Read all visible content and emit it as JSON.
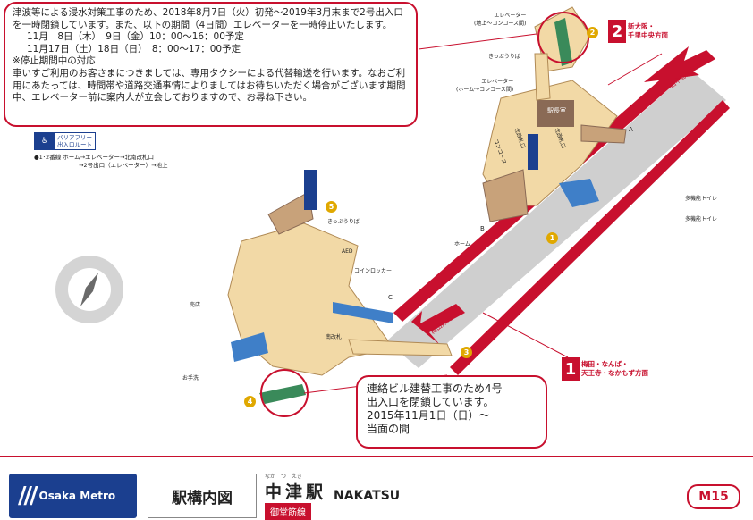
{
  "notice_top": {
    "line1": "津波等による浸水対策工事のため、2018年8月7日（火）初発～2019年3月末まで2号出入口を一時閉鎖しています。また、以下の期間（4日間）エレベーターを一時停止いたします。",
    "line2": "11月　8日（木）　9日（金）10：00～16：00予定",
    "line3": "11月17日（土）18日（日）　8：00～17：00予定",
    "line4": "※停止期間中の対応",
    "line5": "車いすご利用のお客さまにつきましては、専用タクシーによる代替輸送を行います。なおご利用にあたっては、時間帯や道路交通事情によりましてはお待ちいただく場合がございます期間中、エレベーター前に案内人が立会しておりますので、お尋ね下さい。"
  },
  "notice_bottom": {
    "line1": "連絡ビル建替工事のため4号",
    "line2": "出入口を閉鎖しています。",
    "line3": "2015年11月1日（日）～",
    "line4": "当面の間"
  },
  "legend": {
    "icon": "♿",
    "label1": "バリアフリー",
    "label2": "出入口ルート"
  },
  "route": {
    "line1": "●1･2番線 ホーム→エレベーター→北南改札口",
    "line2": "→2号出口（エレベーター）→地上"
  },
  "directions": {
    "up_num": "2",
    "up_line1": "新大阪・",
    "up_line2": "千里中央方面",
    "down_num": "1",
    "down_line1": "梅田・なんば・",
    "down_line2": "天王寺・なかもず方面",
    "north_label": "西中島南方方向",
    "south_label": "梅田方向"
  },
  "labels": {
    "elevator_top": "エレベーター",
    "elevator_top_sub": "(地上～コンコース間)",
    "elevator_home": "エレベーター",
    "elevator_home_sub": "(ホーム～コンコース間)",
    "ticket1": "きっぷうりば",
    "ticket2": "きっぷうりば",
    "office": "駅長室",
    "north_gate": "北改札口",
    "north_gate2": "北改札口",
    "concourse": "コンコース",
    "platform": "ホーム",
    "south_gate": "南改札",
    "aed": "AED",
    "locker": "コインロッカー",
    "shop": "売店",
    "restroom": "お手洗",
    "toilet1": "多機能トイレ",
    "toilet2": "多機能トイレ",
    "A": "A",
    "B": "B",
    "C": "C"
  },
  "exits": [
    "1",
    "2",
    "3",
    "4",
    "5"
  ],
  "footer": {
    "brand": "Osaka Metro",
    "title": "駅構内図",
    "station_jp": "中津駅",
    "station_en": "NAKATSU",
    "furigana": "なか　つ　えき",
    "line": "御堂筋線",
    "code": "M15"
  },
  "colors": {
    "red": "#c8102e",
    "concourse": "#f2d9a6",
    "platform": "#cfcfcf",
    "blue": "#1b3f8f",
    "exit": "#e0a800"
  }
}
